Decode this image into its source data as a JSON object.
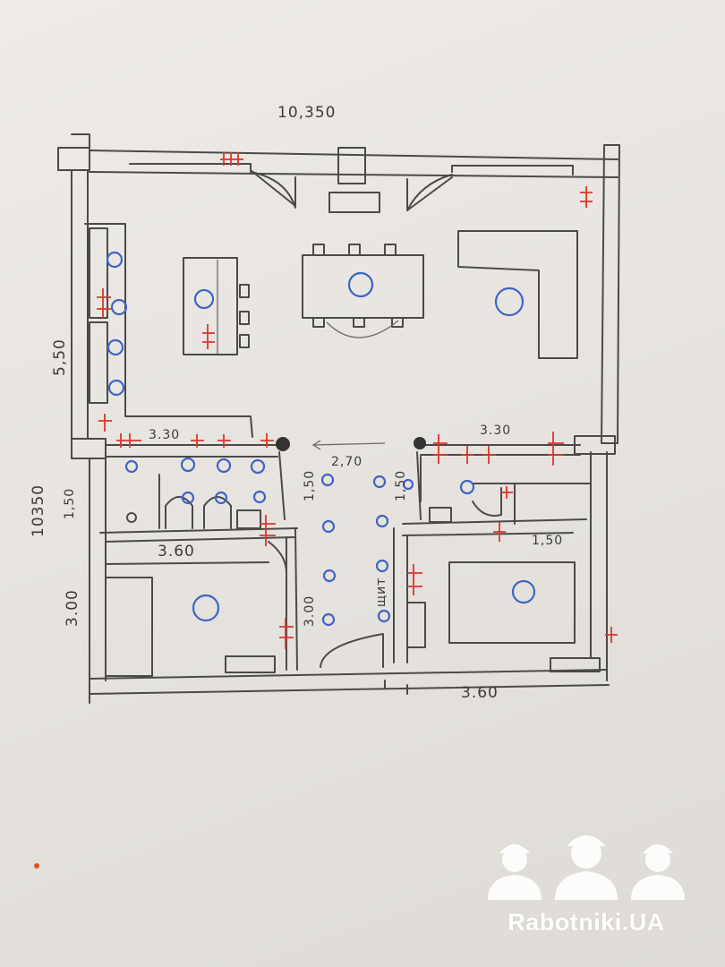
{
  "plan": {
    "dims": {
      "top_width": "10,350",
      "left_height": "10350",
      "upper_height": "5,50",
      "left_room_width": "3.30",
      "right_room_width": "3.30",
      "corridor_width": "2,70",
      "left_bath_height": "1,50",
      "corridor_bath_left": "1,50",
      "right_bath_height": "1,50",
      "left_bedroom_width": "3.60",
      "left_bedroom_height": "3.00",
      "corridor_room_height": "3.00",
      "right_closet_width": "1,50",
      "right_bedroom_width": "3.60"
    },
    "labels": {
      "shield": "щит"
    },
    "colors": {
      "pencil": "#4a4a4a",
      "lamp": "#3f63c8",
      "socket": "#e0352a",
      "paper": "#eceae5"
    }
  },
  "watermark": {
    "text": "Rabotniki.UA",
    "icon": "three-workers-helmet-icon"
  }
}
